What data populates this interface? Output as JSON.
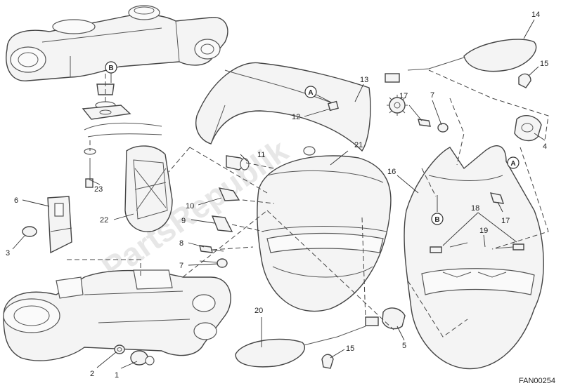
{
  "callouts": [
    {
      "id": "c14",
      "text": "14"
    },
    {
      "id": "c15a",
      "text": "15"
    },
    {
      "id": "c13",
      "text": "13"
    },
    {
      "id": "c12",
      "text": "12"
    },
    {
      "id": "c17a",
      "text": "17"
    },
    {
      "id": "c7a",
      "text": "7"
    },
    {
      "id": "c4",
      "text": "4"
    },
    {
      "id": "c11",
      "text": "11"
    },
    {
      "id": "c21",
      "text": "21"
    },
    {
      "id": "c16",
      "text": "16"
    },
    {
      "id": "c10",
      "text": "10"
    },
    {
      "id": "c9",
      "text": "9"
    },
    {
      "id": "c8",
      "text": "8"
    },
    {
      "id": "c7b",
      "text": "7"
    },
    {
      "id": "c18",
      "text": "18"
    },
    {
      "id": "c17b",
      "text": "17"
    },
    {
      "id": "c19",
      "text": "19"
    },
    {
      "id": "c6",
      "text": "6"
    },
    {
      "id": "c3",
      "text": "3"
    },
    {
      "id": "c22",
      "text": "22"
    },
    {
      "id": "c23",
      "text": "23"
    },
    {
      "id": "c20",
      "text": "20"
    },
    {
      "id": "c5",
      "text": "5"
    },
    {
      "id": "c15b",
      "text": "15"
    },
    {
      "id": "c2",
      "text": "2"
    },
    {
      "id": "c1",
      "text": "1"
    }
  ],
  "badges": {
    "b_top": "B",
    "a_top": "A",
    "a_right": "A",
    "b_right": "B"
  },
  "reference_code": "FAN00254",
  "watermark": "PartsRepublik"
}
